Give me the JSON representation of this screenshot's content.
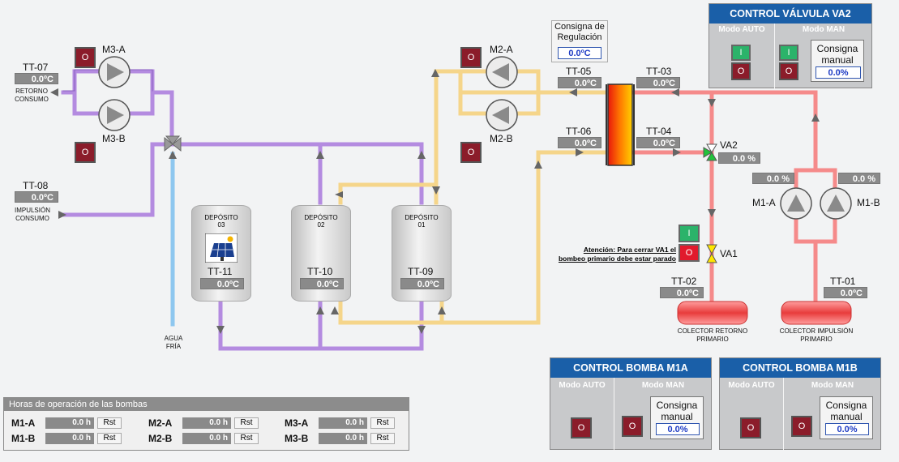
{
  "sensors": {
    "tt07": {
      "name": "TT-07",
      "value": "0.0ºC",
      "caption": "RETORNO\nCONSUMO"
    },
    "tt08": {
      "name": "TT-08",
      "value": "0.0ºC",
      "caption": "IMPULSIÓN\nCONSUMO"
    },
    "tt05": {
      "name": "TT-05",
      "value": "0.0ºC"
    },
    "tt03": {
      "name": "TT-03",
      "value": "0.0ºC"
    },
    "tt06": {
      "name": "TT-06",
      "value": "0.0ºC"
    },
    "tt04": {
      "name": "TT-04",
      "value": "0.0ºC"
    },
    "tt11": {
      "name": "TT-11",
      "value": "0.0ºC"
    },
    "tt10": {
      "name": "TT-10",
      "value": "0.0ºC"
    },
    "tt09": {
      "name": "TT-09",
      "value": "0.0ºC"
    },
    "tt02": {
      "name": "TT-02",
      "value": "0.0ºC"
    },
    "tt01": {
      "name": "TT-01",
      "value": "0.0ºC"
    }
  },
  "pumps": {
    "m3a": "M3-A",
    "m3b": "M3-B",
    "m2a": "M2-A",
    "m2b": "M2-B",
    "m1a": "M1-A",
    "m1b": "M1-B",
    "m1a_value": "0.0 %",
    "m1b_value": "0.0 %",
    "off_label": "O",
    "on_label": "I"
  },
  "regulation": {
    "label": "Consigna de\nRegulación",
    "value": "0.0ºC"
  },
  "valves": {
    "va2": {
      "name": "VA2",
      "value": "0.0 %"
    },
    "va1": {
      "name": "VA1"
    },
    "warning": "Atención: Para cerrar VA1 el\nbombeo primario debe estar parado"
  },
  "tanks": [
    {
      "name": "DEPÓSITO\n03"
    },
    {
      "name": "DEPÓSITO\n02"
    },
    {
      "name": "DEPÓSITO\n01"
    }
  ],
  "labels": {
    "agua_fria": "AGUA\nFRÍA",
    "colector_retorno": "COLECTOR RETORNO\nPRIMARIO",
    "colector_impulsion": "COLECTOR IMPULSIÓN\nPRIMARIO"
  },
  "panel_va2": {
    "title": "CONTROL VÁLVULA VA2",
    "auto": "Modo AUTO",
    "man": "Modo MAN",
    "consigna": "Consigna\nmanual",
    "value": "0.0%"
  },
  "panel_m1a": {
    "title": "CONTROL BOMBA M1A",
    "auto": "Modo AUTO",
    "man": "Modo MAN",
    "consigna": "Consigna\nmanual",
    "value": "0.0%"
  },
  "panel_m1b": {
    "title": "CONTROL BOMBA M1B",
    "auto": "Modo AUTO",
    "man": "Modo MAN",
    "consigna": "Consigna\nmanual",
    "value": "0.0%"
  },
  "hours": {
    "title": "Horas de operación de las bombas",
    "rst": "Rst",
    "rows": [
      {
        "label": "M1-A",
        "value": "0.0 h"
      },
      {
        "label": "M1-B",
        "value": "0.0 h"
      },
      {
        "label": "M2-A",
        "value": "0.0 h"
      },
      {
        "label": "M2-B",
        "value": "0.0 h"
      },
      {
        "label": "M3-A",
        "value": "0.0 h"
      },
      {
        "label": "M3-B",
        "value": "0.0 h"
      }
    ]
  },
  "colors": {
    "purple": "#b48be0",
    "yellow": "#f5d58a",
    "red": "#f58a8a",
    "blue": "#8ec7ef",
    "title_blue": "#1a5fa8",
    "off_red": "#8b1c2a",
    "on_green": "#2bb36a"
  }
}
